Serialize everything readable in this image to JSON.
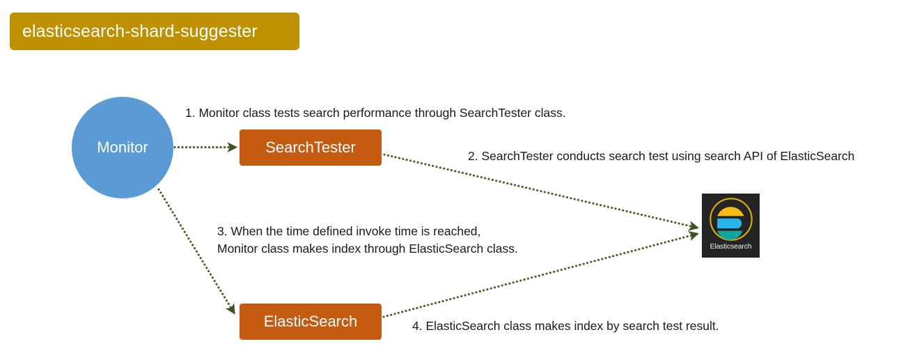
{
  "title": {
    "text": "elasticsearch-shard-suggester",
    "background_color": "#bf9000",
    "text_color": "#ffffff"
  },
  "diagram": {
    "type": "flow-diagram",
    "background_color": "#ffffff",
    "nodes": [
      {
        "id": "monitor",
        "label": "Monitor",
        "shape": "circle",
        "fill_color": "#5b9bd5",
        "text_color": "#ffffff"
      },
      {
        "id": "searchtester",
        "label": "SearchTester",
        "shape": "rectangle",
        "fill_color": "#c55a11",
        "text_color": "#ffffff"
      },
      {
        "id": "elasticsearch-class",
        "label": "ElasticSearch",
        "shape": "rectangle",
        "fill_color": "#c55a11",
        "text_color": "#ffffff"
      },
      {
        "id": "elasticsearch-logo",
        "label": "Elasticsearch",
        "shape": "icon-tile",
        "fill_color": "#242424",
        "text_color": "#f2f2f2"
      }
    ],
    "arrow_color": "#4f6228",
    "arrow_style": "dotted",
    "labels": [
      {
        "id": "step-1",
        "text": "1. Monitor class tests search performance through SearchTester class."
      },
      {
        "id": "step-2",
        "text": "2. SearchTester conducts search test using search API of ElasticSearch"
      },
      {
        "id": "step-3",
        "text": "3. When the time defined invoke time is reached,\nMonitor class makes index through ElasticSearch class."
      },
      {
        "id": "step-4",
        "text": "4. ElasticSearch class makes index by search test result."
      }
    ]
  },
  "logo": {
    "caption": "Elasticsearch",
    "ring_color": "#d8a813",
    "top_color": "#f5ba16",
    "middle_color": "#28b5ea",
    "bottom_color": "#12a5a0",
    "background_color": "#242424"
  }
}
